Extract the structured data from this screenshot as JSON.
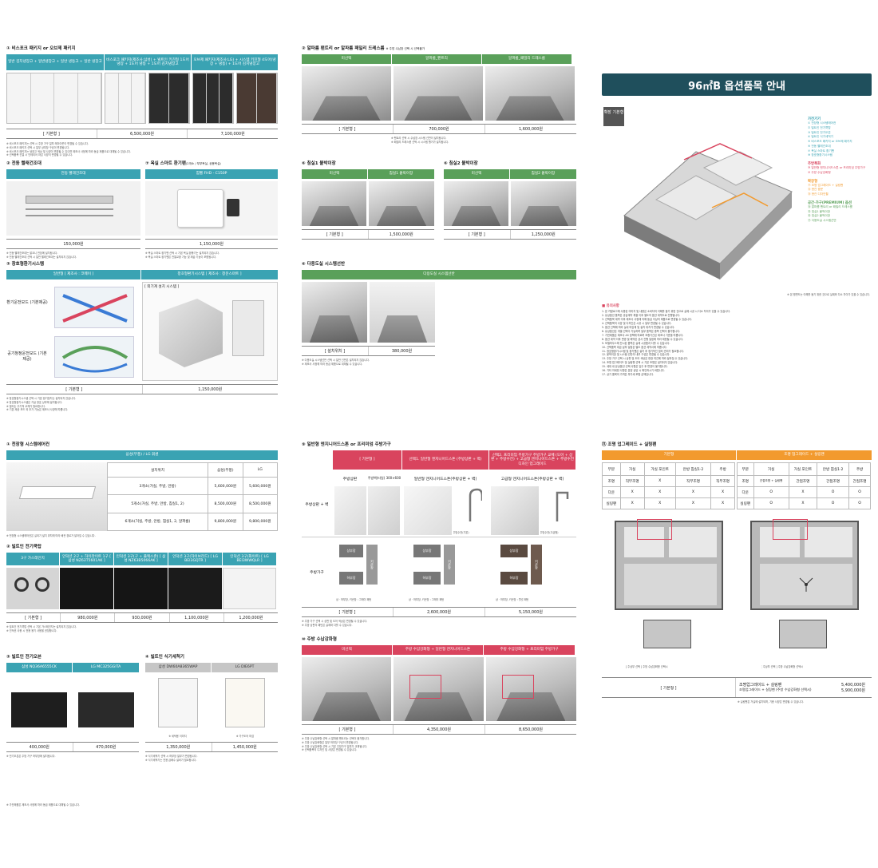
{
  "page_title": "96㎡B 옵션품목 안내",
  "sec_bistro": {
    "title": "① 비스포크 패키지 or 오브제 패키지",
    "headers": [
      "일반 김치냉장고 + 일반냉장고 + 일반 냉동고 + 일반 냉장고",
      "비스포크 패키지(제조사:삼성) + 빌트인 키친형 1도어 냉장 + 1도어 냉동 + 1도어 김치냉장고",
      "오브제 패키지(제조사:LG) + 시스템 키친형 4도어(냉장 + 냉동) + 1도어 김치냉장고"
    ],
    "prices": [
      "[ 기본형 ]",
      "6,500,000원",
      "7,100,000원"
    ],
    "notes": [
      "※ 비스포크 패키지는 선택 시 주방 가구 일부 레이아웃이 변경될 수 있습니다.",
      "※ 비스포크 패키지 선택 시 일부 상부장 구성이 변경됩니다.",
      "※ 비스포크 패키지는 냉장고 색상 및 사양이 변경될 수 있으며 제조사 사정에 따라 동급 제품으로 대체될 수 있습니다.",
      "※ 선택품목 진열 시 인테리어 마감 사양이 변경될 수 있습니다."
    ]
  },
  "sec_hood": {
    "title": "② 알파룸 팬트리 or 알파룸 패밀리 드레스룸",
    "subtitle": "※ 주방 수납장 선택 시 선택불가",
    "headers": [
      "미선택",
      "알파룸_팬트리",
      "알파룸_패밀리 드레스룸"
    ],
    "prices": [
      "[ 기본형 ]",
      "700,000원",
      "1,600,000원"
    ],
    "notes": [
      "※ 팬트리 선택 시 수납장 시스템 선반이 설치됩니다.",
      "※ 패밀리 드레스룸 선택 시 시스템 행거가 설치됩니다."
    ]
  },
  "sec_laundry": {
    "title": "② 전동 빨래건조대",
    "header": "전동 빨래건조대",
    "price": "150,000원",
    "notes": [
      "※ 전동 빨래건조대는 발코니 천장에 설치됩니다.",
      "※ 전동 빨래건조대 선택 시 일반 빨래건조대는 설치되지 않습니다."
    ]
  },
  "sec_bath": {
    "title": "⑦ 욕실 스마트 환기팬",
    "subtitle": "(2개소 / 부부욕실, 공용욕실)",
    "header": "힘펠 FHD - C150P",
    "price": "1,150,000원",
    "notes": [
      "※ 욕실 스마트 환기팬 선택 시 기본 욕실 환풍기는 설치되지 않습니다.",
      "※ 욕실 스마트 환기팬은 전열교환 기능 및 제습 기능이 포함됩니다."
    ]
  },
  "sec_wall1": {
    "title": "⑥ 침실1 붙박이장",
    "headers": [
      "미선택",
      "침실1 붙박이장"
    ],
    "prices": [
      "[ 기본형 ]",
      "1,500,000원"
    ]
  },
  "sec_wall2": {
    "title": "⑥ 침실2 붙박이장",
    "headers": [
      "미선택",
      "침실2 붙박이장"
    ],
    "prices": [
      "[ 기본형 ]",
      "1,250,000원"
    ]
  },
  "sec_vent": {
    "title": "③ 창호형환기시스템",
    "headers": [
      "일반형 [ 제조사 : 코웨이 ]",
      "창호형환기시스템 [ 제조사 : 창문스마트 ]"
    ],
    "mode1": "환기운전모드 (기본제공)",
    "mode2": "공기청정운전모드 (기본제공)",
    "detail_label": "[ 외기계 설치 시스템 ]",
    "prices": [
      "[ 기본형 ]",
      "1,150,000원"
    ],
    "notes": [
      "※ 창호형환기시스템 선택 시 기본 환기장치는 설치되지 않습니다.",
      "※ 창호형환기시스템은 거실 창호 상부에 설치됩니다.",
      "※ 필터는 주기적 교체가 필요합니다.",
      "※ 기본 제공 모드 외 추가 기능은 제조사 사양에 따릅니다."
    ]
  },
  "sec_shelf": {
    "title": "⑥ 다용도실 시스템선반",
    "header": "다용도실 시스템선반",
    "prices": [
      "[ 설치위치 ]",
      "380,000원"
    ],
    "notes": [
      "※ 다용도실 시스템선반 선택 시 일반 선반은 설치되지 않습니다.",
      "※ 제조사 사정에 따라 동급 제품으로 대체될 수 있습니다."
    ]
  },
  "sec_floorplan": {
    "label": "확장 기본형",
    "legend_groups": [
      {
        "head": "가전기기",
        "color": "#3aa3b3",
        "items": [
          "① 천장형 시스템에어컨",
          "② 빌트인 전기쿡탑",
          "③ 빌트인 전기오븐",
          "④ 빌트인 식기세척기",
          "⑤ 비스포크 패키지 or 오브제 패키지",
          "⑥ 전동 빨래건조대",
          "⑦ 욕실 스마트 환기팬",
          "⑧ 창호형환기시스템"
        ]
      },
      {
        "head": "주방특화",
        "color": "#d9445e",
        "items": [
          "⑨ 일반형 엔지니어드스톤 or 프리미엄 주방가구",
          "⑩ 주방 수납강화형"
        ]
      },
      {
        "head": "확장형",
        "color": "#f29a2e",
        "items": [
          "⑪ 조명 업그레이드 + 실링팬",
          "⑫ 현관 중문",
          "⑬ 현관 디자인월"
        ]
      },
      {
        "head": "공간·가구(PREMIUM) 옵션",
        "color": "#5aa05a",
        "items": [
          "⑭ 알파룸 팬트리 or 패밀리 드레스룸",
          "⑮ 침실1 붙박이장",
          "⑯ 침실2 붙박이장",
          "⑰ 다용도실 시스템선반"
        ]
      }
    ],
    "caption": "※ 본 평면도는 이해를 돕기 위한 것으로 실제와 다소 차이가 있을 수 있습니다."
  },
  "sec_caution": {
    "title": "■ 유의사항",
    "lines": [
      "1. 본 카탈로그에 사용된 이미지 및 내용은 소비자의 이해를 돕기 위한 것으로 실제 시공 시 다소 차이가 있을 수 있습니다.",
      "2. 유상옵션 품목은 공급계약 체결 이후 별도의 옵션 계약으로 진행됩니다.",
      "3. 선택품목 계약 이후 제조사 사정에 의해 동급 이상의 제품으로 변경될 수 있습니다.",
      "4. 선택품목의 사양 및 디자인은 시공 시 일부 변경될 수 있습니다.",
      "5. 옵션 선택에 따라 실내 마감재 및 설치 위치가 변경될 수 있습니다.",
      "6. 유상옵션은 개별 선택이 가능하며 일부 품목은 중복 선택이 불가합니다.",
      "7. 가전제품은 제조사 AS 정책에 따르며 보증기간은 제조사 기준을 따릅니다.",
      "8. 옵션 계약 이후 변경 및 해약은 공사 진행 일정에 따라 제한될 수 있습니다.",
      "9. 모델하우스에 전시된 품목은 실제 시공품과 다를 수 있습니다.",
      "10. 선택품목 대금 납부 일정은 별도 옵션 계약서에 따릅니다.",
      "11. 창호형환기시스템 및 환기팬은 설치 후 정기적인 필터 관리가 필요합니다.",
      "12. 붙박이장 및 시스템 선반의 내부 구성은 변경될 수 있습니다.",
      "13. 주방 가구 선택 시 상판 및 도어 색상은 현장 여건에 따라 달라질 수 있습니다.",
      "14. 조명 업그레이드 및 실링팬 선택 시 기본 조명은 설치되지 않습니다.",
      "15. 세대 내 유상옵션 선택 사항은 입주 후 변경이 불가합니다.",
      "16. 기타 자세한 사항은 분양 상담 시 확인하시기 바랍니다.",
      "17. 상기 품목의 가격은 부가세 포함 금액입니다."
    ]
  },
  "sec_aircon": {
    "title": "① 천장형 시스템에어컨",
    "headers": [
      "삼성(무풍) / LG 휘센"
    ],
    "cols": [
      "설치위치",
      "삼성(무풍)",
      "LG"
    ],
    "rows": [
      [
        "3개소(거실, 주방, 안방)",
        "5,600,000원",
        "5,600,000원"
      ],
      [
        "5개소(거실, 주방, 안방, 침실1, 2)",
        "8,500,000원",
        "8,500,000원"
      ],
      [
        "6개소(거실, 주방, 안방, 침실1, 2, 알파룸)",
        "9,800,000원",
        "9,800,000원"
      ]
    ],
    "note": "※ 천장형 시스템에어컨은 실외기 설치 위치에 따라 배관 경로가 달라질 수 있습니다."
  },
  "sec_cooktop": {
    "title": "② 빌트인 전기쿡탑",
    "headers": [
      "3구 가스레인지",
      "인덕션 2구 + 하이라이트 1구 [ 삼성 NZ63T5601AK ]",
      "인덕션 3구(구 + 플렉스존) [ 삼성 NZ63B5066AK ]",
      "인덕션 3구(하이브리드) [ LG BEI3GQTR ]",
      "인덕션 3구(화이트) [ LG BEI3WWQLR ]"
    ],
    "prices": [
      "[ 기본형 ]",
      "980,000원",
      "930,000원",
      "1,100,000원",
      "1,200,000원"
    ],
    "notes": [
      "※ 빌트인 전기쿡탑 선택 시 기본 가스레인지는 설치되지 않습니다.",
      "※ 인덕션 사용 시 전용 용기 사용을 권장합니다."
    ]
  },
  "sec_oven": {
    "title": "③ 빌트인 전기오븐",
    "headers": [
      "삼성 NQ36A6555CK",
      "LG MC325GGITA"
    ],
    "prices": [
      "400,000원",
      "470,000원"
    ],
    "note": "※ 전기오븐은 주방 가구 하부장에 설치됩니다."
  },
  "sec_dish": {
    "title": "④ 빌트인 식기세척기",
    "headers": [
      "삼성 DW60A8365WAP",
      "LG DIE6PT"
    ],
    "captions": [
      "※ 세탁용 이미지",
      "※ 가구도어 마감"
    ],
    "prices": [
      "1,350,000원",
      "1,450,000원"
    ],
    "notes": [
      "※ 식기세척기 선택 시 하부장 일부가 변경됩니다.",
      "※ 식기세척기는 전용 급배수 설비가 필요합니다."
    ]
  },
  "sec_footer_note": "※ 가전제품은 제조사 사정에 따라 동급 제품으로 대체될 수 있습니다.",
  "sec_kitchen": {
    "title": "⑨ 일반형 엔지니어드스톤 or 프리미엄 주방가구",
    "headers": [
      "[ 기본형 ]",
      "선택1. 일반형 엔지니어드스톤 (주방상판 + 벽)",
      "선택2. 프리미엄 주방가구 주방가구 교체 (도어 + 상판 + 주방수전) + 고급형 엔지니어드스톤 + 주방수전 디자인 업그레이드"
    ],
    "row1_label": "주방상판 + 벽",
    "row1_items": [
      "주방상판",
      "주방벽(타일) 300×600",
      "일반형 엔지니어드스톤(주방상판 + 벽)",
      "고급형 엔지니어드스톤(주방상판 + 벽)"
    ],
    "faucet_labels": [
      "주방수전(기본)",
      "주방수전(고급형)"
    ],
    "row2_label": "주방가구",
    "cab_labels": [
      "상부장",
      "하부장",
      "키큰장"
    ],
    "cab_caption": "상 · 하부장, 키큰장 : 그레이 패턴",
    "cab_caption2": "상 · 하부장, 키큰장 : 월넛 패턴",
    "prices": [
      "[ 기본형 ]",
      "2,600,000원",
      "5,150,000원"
    ],
    "notes": [
      "※ 주방 가구 선택 시 상판 및 도어 색상은 변경될 수 있습니다.",
      "※ 주방 상판의 패턴은 실제와 다를 수 있습니다."
    ]
  },
  "sec_storage": {
    "title": "⑩ 주방 수납강화형",
    "headers": [
      "미선택",
      "주방 수납강화형 + 일반형 엔지니어드스톤",
      "주방 수납강화형 + 프리미엄 주방가구"
    ],
    "prices": [
      "[ 기본형 ]",
      "4,350,000원",
      "8,650,000원"
    ],
    "notes": [
      "※ 주방 수납강화형 선택 시 알파룸 팬트리는 선택이 불가합니다.",
      "※ 주방 수납강화형은 일부 하부장 구성이 변경됩니다.",
      "※ 주방 수납강화형 선택 시 기본 주방가구 일부가 교체됩니다.",
      "※ 선택품목의 디자인 및 사양은 변경될 수 있습니다."
    ]
  },
  "sec_light": {
    "title": "⑪ 조명 업그레이드 + 실링팬",
    "headers": [
      "기본형",
      "조명 업그레이드 + 실링팬"
    ],
    "cols_left": [
      "부분",
      "거실",
      "거실 포인트",
      "안방 침실1·2",
      "주방"
    ],
    "cols_right": [
      "부분",
      "거실",
      "거실 포인트",
      "안방 침실1·2",
      "주방"
    ],
    "rows_left": [
      [
        "조명",
        "직부조명",
        "X",
        "직부조명",
        "직부조명"
      ],
      [
        "다운",
        "X",
        "X",
        "X",
        "X"
      ],
      [
        "실링팬",
        "X",
        "X",
        "X",
        "X"
      ]
    ],
    "rows_right": [
      [
        "조명",
        "간접조명 + 실링팬",
        "간접조명",
        "간접조명",
        "간접조명"
      ],
      [
        "다운",
        "O",
        "X",
        "O",
        "O"
      ],
      [
        "실링팬",
        "O",
        "X",
        "O",
        "O"
      ]
    ],
    "plan_captions": [
      "[ 주상부 선택 ] 주방 수납강화형 선택시",
      "[ 주상부 선택 ] 주방 수납강화형 선택시"
    ],
    "price_base": "[ 기본형 ]",
    "price_lines": [
      "조명업그레이드 + 실링팬",
      "조명업그레이드 + 실링팬 (주방 수납강화형 선택시)"
    ],
    "price_values": [
      "5,400,000원",
      "5,900,000원"
    ],
    "note": "※ 실링팬은 거실에 설치되며, 기종 사양은 변경될 수 있습니다."
  }
}
